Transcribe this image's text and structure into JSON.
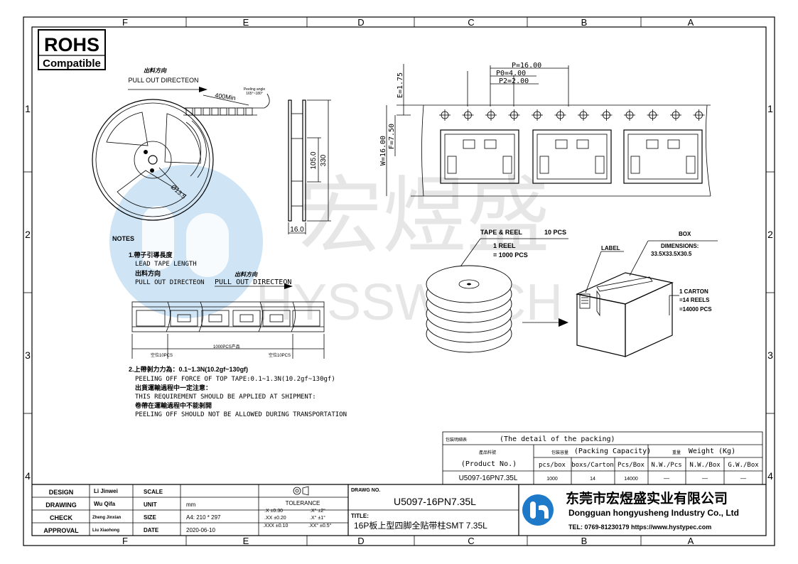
{
  "badge": {
    "line1": "ROHS",
    "line2": "Compatible"
  },
  "grid": {
    "cols": [
      "F",
      "E",
      "D",
      "C",
      "B",
      "A"
    ],
    "rows": [
      "1",
      "2",
      "3",
      "4"
    ]
  },
  "watermark": {
    "chinese": "宏煜盛",
    "latin": "HYSSWITCH"
  },
  "reel": {
    "direction_cn": "出料方向",
    "direction_en": "PULL OUT DIRECTEON",
    "length_400": "400Min",
    "peeling_line1": "Peeling angle",
    "peeling_line2": "165°~180°",
    "hub_dia": "Ø13.5",
    "dim_105": "105.0",
    "dim_330": "330",
    "dim_16": "16.0"
  },
  "tape_dims": {
    "p": "P=16.00",
    "p0": "P0=4.00",
    "p2": "P2=2.00",
    "e": "E=1.75",
    "f": "F=7.50",
    "w": "W=16.00"
  },
  "notes": {
    "title": "NOTES",
    "n1_cn": "1.帶子引導長度",
    "n1_en": "LEAD TAPE LENGTH",
    "n1_dir_cn": "出料方向",
    "n1_dir_en": "PULL OUT DIRECTEON",
    "n1_dir2_cn": "出料方向",
    "n1_dir2_en": "PULL OUT DIRECTEON",
    "strip_left": "空位10PCS",
    "strip_mid": "1000PCS产品",
    "strip_right": "空位10PCS",
    "n2_cn": "2.上帶剝力力為：0.1~1.3N(10.2gf~130gf)",
    "n2_en": "PEELING OFF FORCE OF TOP TAPE:0.1~1.3N(10.2gf~130gf)",
    "n2_cn2": "出貨運輸過程中一定注意：",
    "n2_en2": "THIS REQUIREMENT SHOULD BE APPLIED AT SHIPMENT:",
    "n2_cn3": "卷帶在運輸過程中不能剝開",
    "n2_en3": "PEELING OFF SHOULD NOT BE ALLOWED DURING TRANSPORTATION"
  },
  "packing_art": {
    "tape_reel": "TAPE & REEL",
    "tape_reel_pcs": "10 PCS",
    "one_reel": "1 REEL",
    "one_reel_pcs": "= 1000 PCS",
    "label": "LABEL",
    "box": "BOX",
    "dimensions": "DIMENSIONS:",
    "dim_value": "33.5X33.5X30.5",
    "carton1": "1 CARTON",
    "carton2": "=14 REELS",
    "carton3": "=14000 PCS"
  },
  "packing_table": {
    "title_cn": "包裝明細表",
    "title_en": "(The detail of the packing)",
    "col1_cn": "產品料號",
    "col1_en": "(Product No.)",
    "cap_cn": "包裝容量",
    "cap_en": "(Packing Capacity)",
    "wt_cn": "重量",
    "wt_en": "Weight (Kg)",
    "sub": [
      "pcs/box",
      "boxs/Carton",
      "Pcs/Box",
      "N.W./Pcs",
      "N.W./Box",
      "G.W./Box"
    ],
    "row": {
      "product": "U5097-16PN7.35L",
      "v1": "1000",
      "v2": "14",
      "v3": "14000",
      "v4": "—",
      "v5": "—",
      "v6": "—"
    }
  },
  "title_block": {
    "design_label": "DESIGN",
    "design_name": "Li Jinwei",
    "drawing_label": "DRAWING",
    "drawing_name": "Wu Qifa",
    "check_label": "CHECK",
    "check_name": "Zheng Jinxian",
    "approval_label": "APPROVAL",
    "approval_name": "Liu Xiaohong",
    "scale_label": "SCALE",
    "scale_value": "",
    "unit_label": "UNIT",
    "unit_value": "mm",
    "size_label": "SIZE",
    "size_value": "A4: 210 * 297",
    "date_label": "DATE",
    "date_value": "2020-06-10",
    "tolerance_label": "TOLERANCE",
    "tol": [
      ".X ±0.30",
      ".X° ±2°",
      ".XX ±0.20",
      ".X° ±1°",
      ".XXX ±0.10",
      ".XX° ±0.5°"
    ],
    "drawing_no_label": "DRAWG NO.",
    "drawing_no": "U5097-16PN7.35L",
    "title_label": "TITLE:",
    "title_value": "16P板上型四脚全贴带柱SMT 7.35L",
    "company_cn": "东莞市宏煜盛实业有限公司",
    "company_en": "Dongguan hongyusheng Industry Co., Ltd",
    "contact": "TEL: 0769-81230179  https://www.hystypec.com"
  },
  "colors": {
    "brand_blue": "#1e79c9",
    "watermark_gray": "#e3e3e3",
    "watermark_blue": "#cfe4f4"
  }
}
